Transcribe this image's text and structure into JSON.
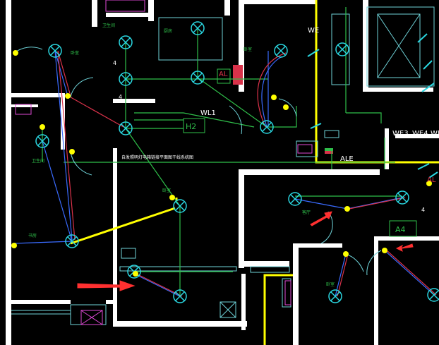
{
  "drawing": {
    "colors": {
      "background": "#000000",
      "wall": "#ffffff",
      "yellow_line": "#ffff00",
      "green_wire": "#2fbf4a",
      "blue_wire": "#3a6bff",
      "red_wire": "#d9324a",
      "cyan_fixture": "#2ad6e0",
      "magenta": "#e04ad6",
      "arrow_red": "#ff3030"
    },
    "labels": {
      "we_left": "WE",
      "wl1": "WL1",
      "h2": "H2",
      "al_top": "AL",
      "al_right": "AL",
      "ale": "ALE",
      "we3": "WE3",
      "we4": "WE4",
      "we_right": "WE",
      "a4": "A4",
      "note": "自发照明灯电箱链接平面图干线系统图",
      "num_4_a": "4",
      "num_4_b": "4",
      "num_4_c": "4",
      "room_1": "卧室",
      "room_2": "卧室",
      "room_3": "卧室",
      "room_4": "厨房",
      "room_5": "卫生间",
      "room_6": "卫生间",
      "room_7": "客厅",
      "room_8": "卧室",
      "room_9": "书房"
    }
  }
}
